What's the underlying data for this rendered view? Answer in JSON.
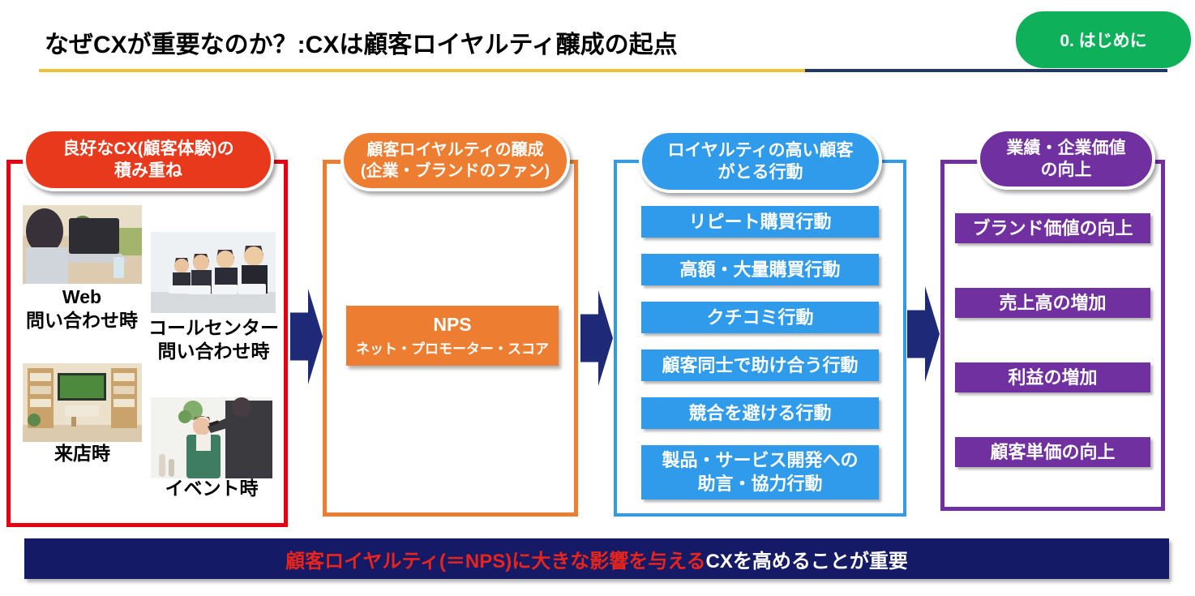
{
  "header": {
    "title": "なぜCXが重要なのか？:CXは顧客ロイヤルティ醸成の起点",
    "badge": "0. はじめに"
  },
  "palette": {
    "red_accent": "#E8391D",
    "red_border": "#E60012",
    "orange": "#ED7D31",
    "blue": "#2F9BEA",
    "purple": "#7030A0",
    "green_badge": "#0EB159",
    "navy_arrow": "#1E2A78",
    "banner_navy": "#141A66",
    "banner_red_text": "#E8241C",
    "underline_yellow": "#E7C335",
    "underline_navy": "#1F3864"
  },
  "col_cx": {
    "header_line1": "良好なCX(顧客体験)の",
    "header_line2": "積み重ね",
    "photos": [
      {
        "name": "web-inquiry",
        "label_line1": "Web",
        "label_line2": "問い合わせ時"
      },
      {
        "name": "call-center-inquiry",
        "label_line1": "コールセンター",
        "label_line2": "問い合わせ時"
      },
      {
        "name": "store-visit",
        "label_line1": "来店時"
      },
      {
        "name": "event",
        "label_line1": "イベント時"
      }
    ]
  },
  "col_loyalty": {
    "header_line1": "顧客ロイヤルティの醸成",
    "header_line2": "(企業・ブランドのファン)",
    "nps_title": "NPS",
    "nps_subtitle": "ネット・プロモーター・スコア"
  },
  "col_behavior": {
    "header_line1": "ロイヤルティの高い顧客",
    "header_line2": "がとる行動",
    "items": [
      "リピート購買行動",
      "高額・大量購買行動",
      "クチコミ行動",
      "顧客同士で助け合う行動",
      "競合を避ける行動"
    ],
    "last_item": {
      "line1": "製品・サービス開発への",
      "line2": "助言・協力行動"
    }
  },
  "col_performance": {
    "header_line1": "業績・企業価値",
    "header_line2": "の向上",
    "items": [
      "ブランド価値の向上",
      "売上高の増加",
      "利益の増加",
      "顧客単価の向上"
    ]
  },
  "banner": {
    "highlight": "顧客ロイヤルティ(＝NPS)に大きな影響を与える",
    "rest": "CXを高めることが重要"
  }
}
